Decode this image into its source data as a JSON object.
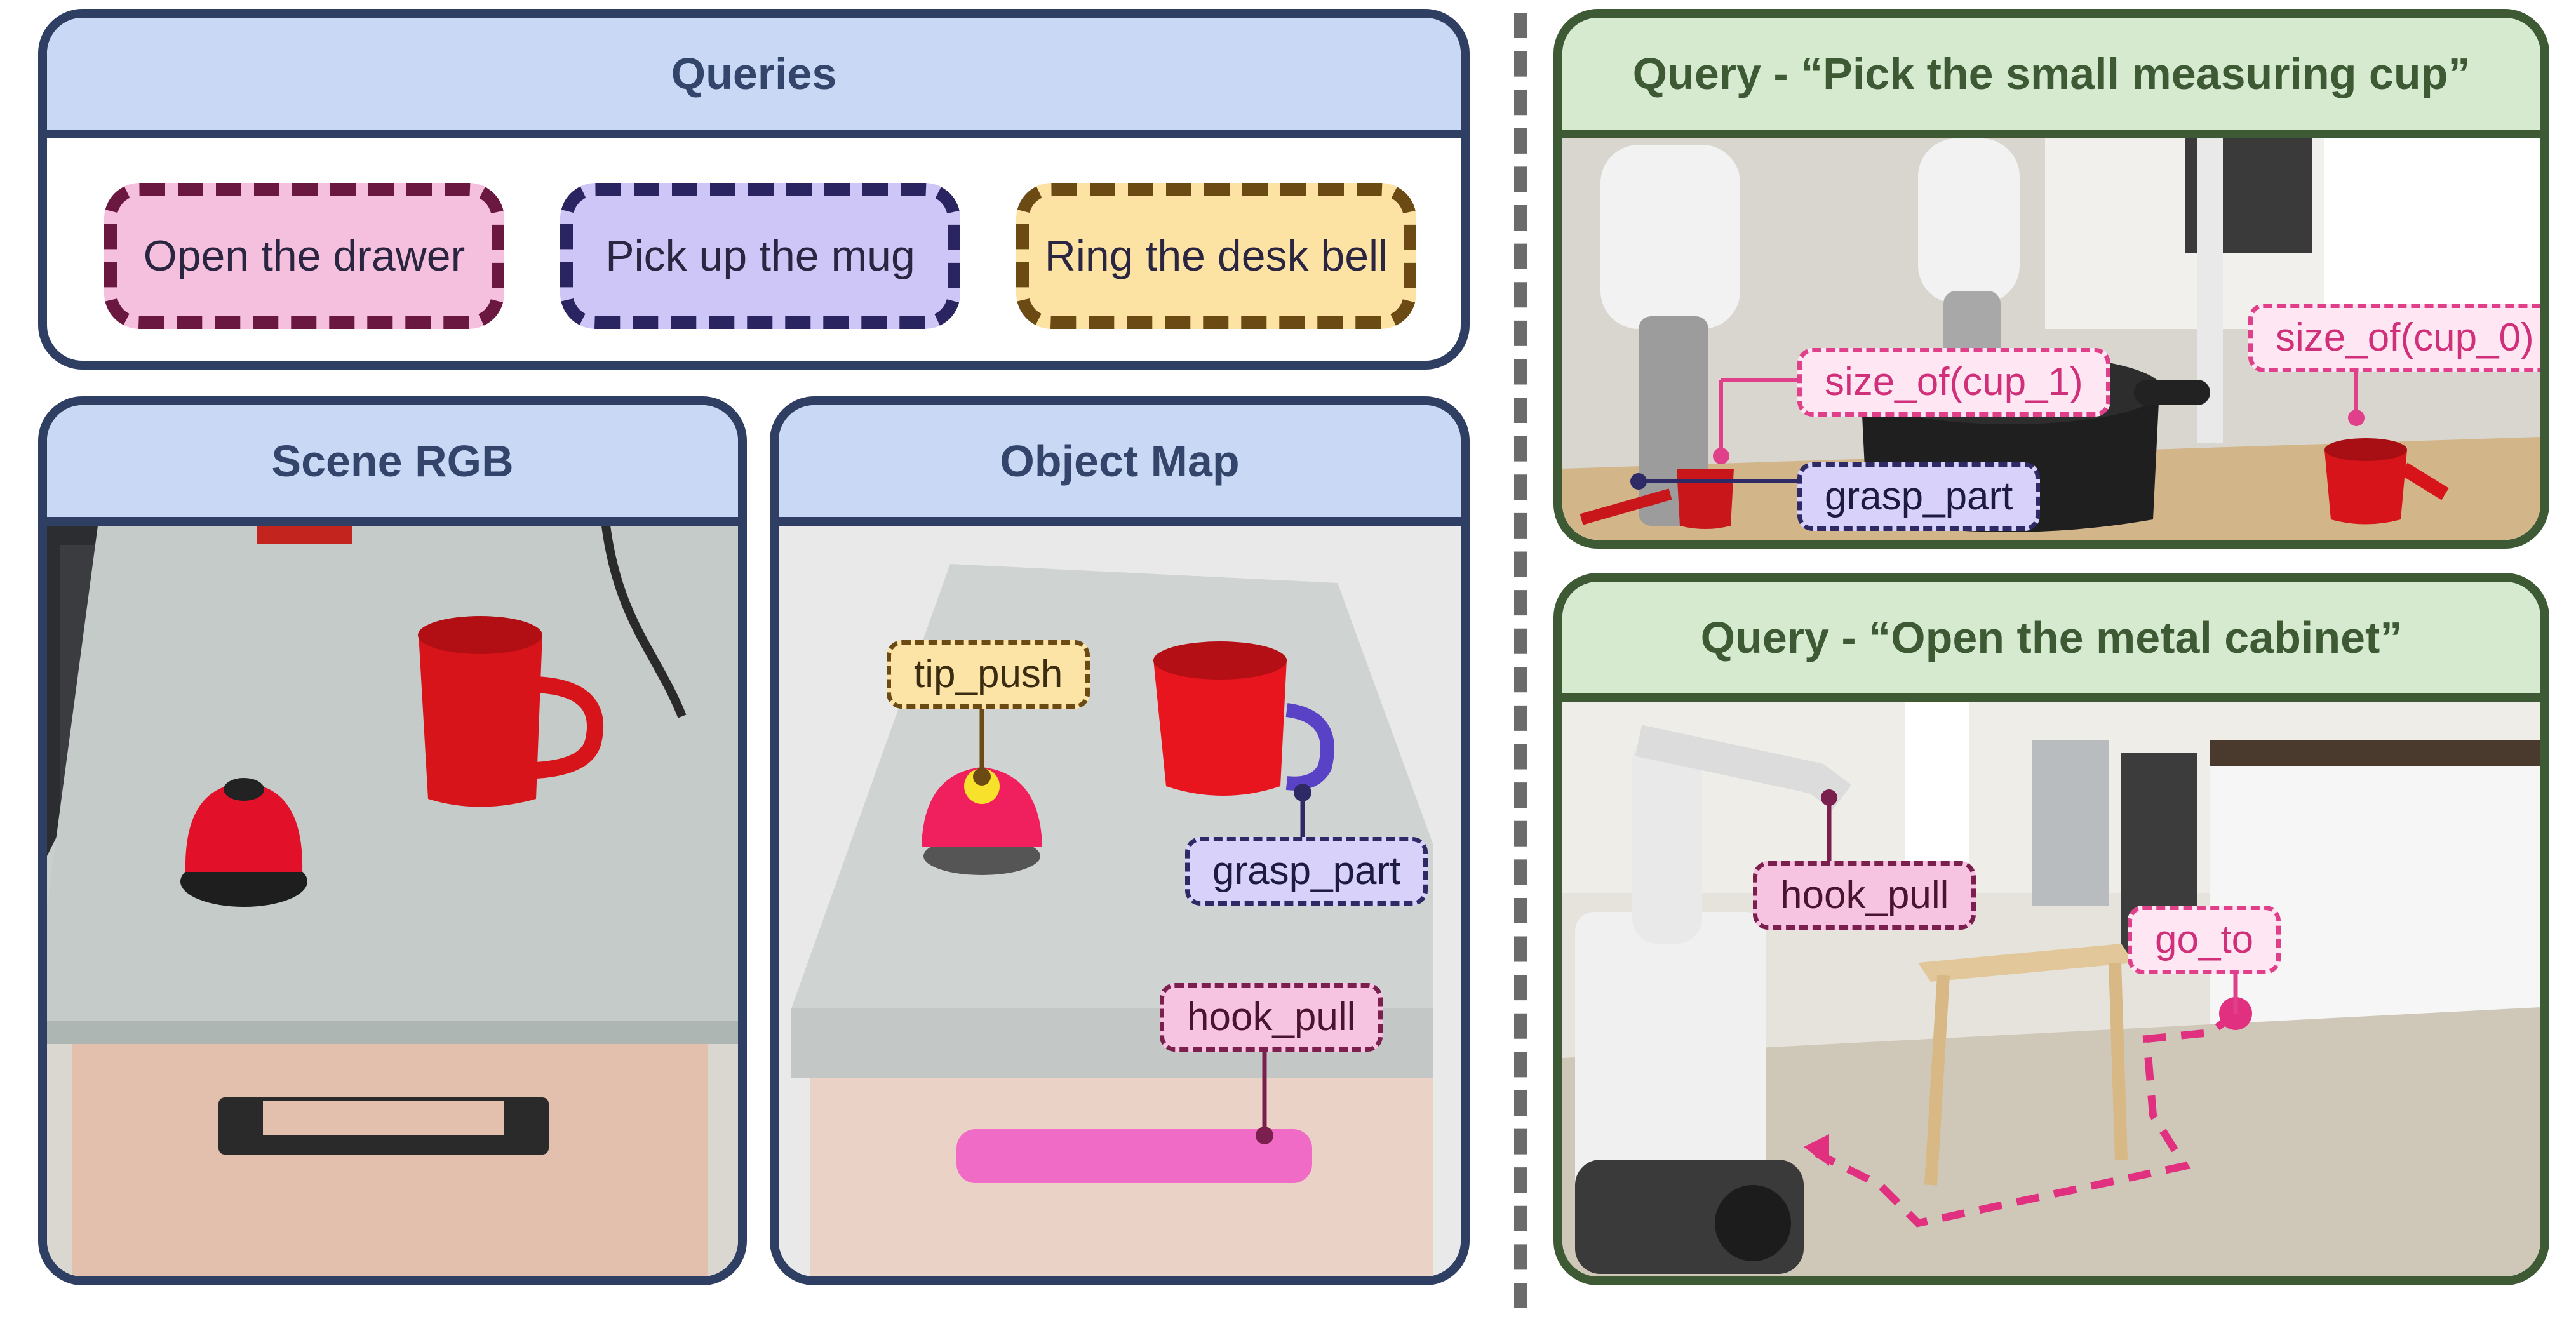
{
  "queries_panel": {
    "title": "Queries",
    "items": [
      {
        "label": "Open the drawer",
        "fill": "#f5c0dd",
        "border": "#6b1840"
      },
      {
        "label": "Pick up the mug",
        "fill": "#cdc6f6",
        "border": "#2a2560"
      },
      {
        "label": "Ring the desk bell",
        "fill": "#fde3a3",
        "border": "#6b4a13"
      }
    ]
  },
  "scene_rgb": {
    "title": "Scene RGB"
  },
  "object_map": {
    "title": "Object Map",
    "tags": {
      "tip_push": "tip_push",
      "grasp_part": "grasp_part",
      "hook_pull": "hook_pull"
    }
  },
  "query_cup": {
    "title": "Query - “Pick the small measuring cup”",
    "tags": {
      "size_cup_0": "size_of(cup_0)",
      "size_cup_1": "size_of(cup_1)",
      "grasp_part": "grasp_part"
    }
  },
  "query_cabinet": {
    "title": "Query - “Open the metal cabinet”",
    "tags": {
      "hook_pull": "hook_pull",
      "go_to": "go_to"
    }
  },
  "colors": {
    "blue_header": "#c8d8f5",
    "green_header": "#d6ead0",
    "pink": "#f6c3e0",
    "yellow": "#fbe4a6",
    "purple": "#d8d2fb",
    "path": "#e0307f"
  }
}
